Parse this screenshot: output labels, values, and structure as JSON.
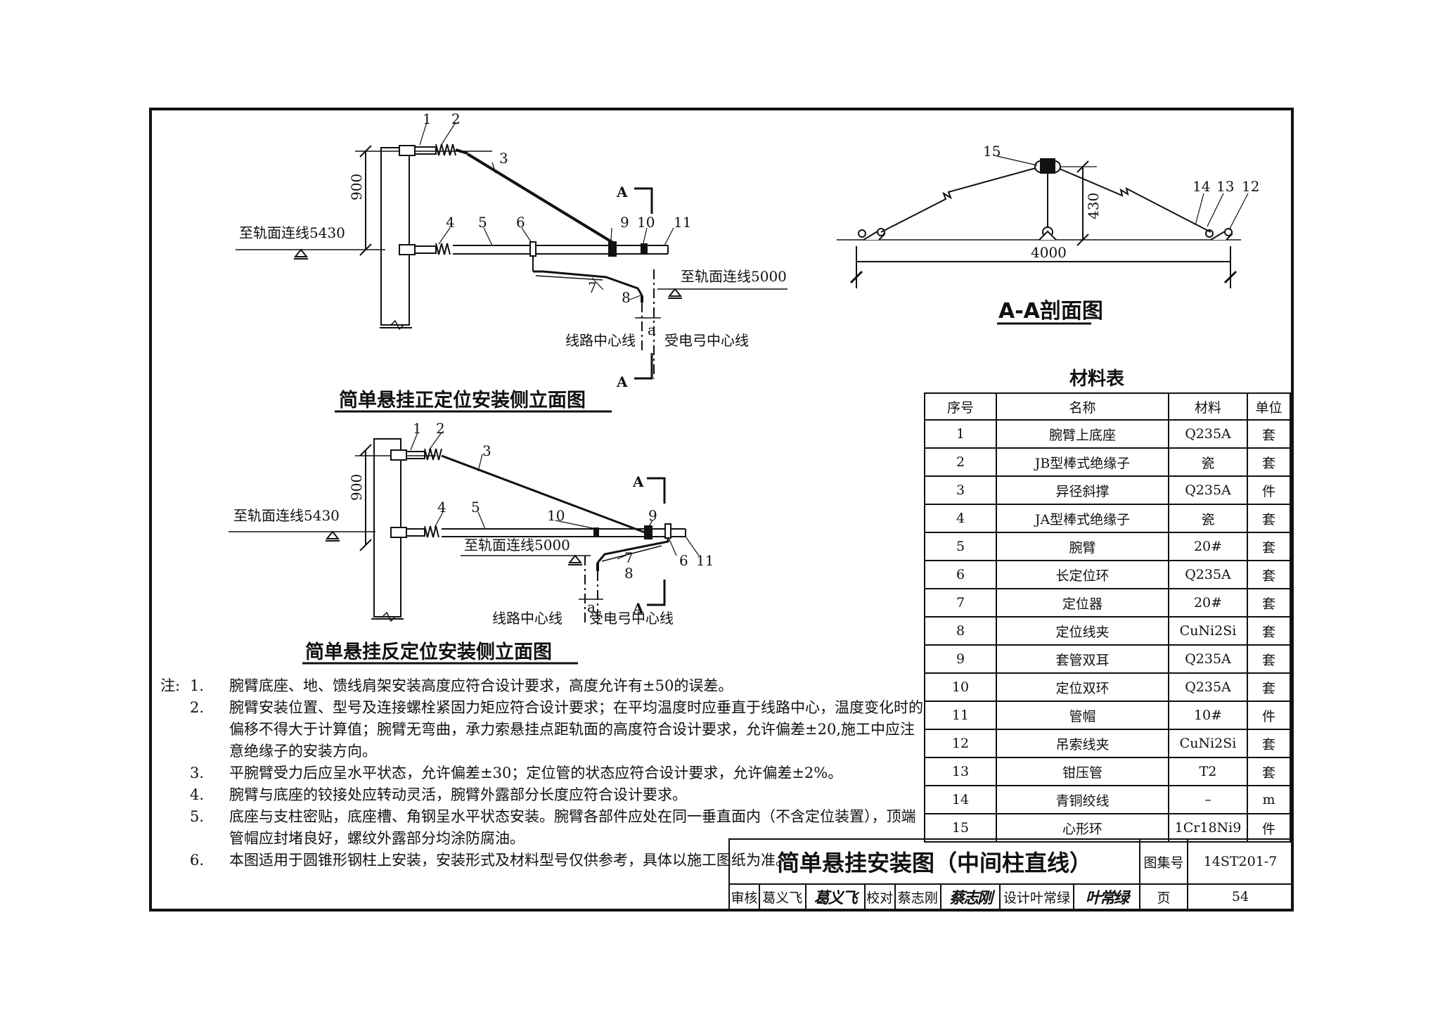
{
  "drawing": {
    "front": {
      "title": "简单悬挂正定位安装侧立面图",
      "dim_900": "900",
      "rail_5430": "至轨面连线5430",
      "rail_5000": "至轨面连线5000",
      "route_center": "线路中心线",
      "pantograph_center": "受电弓中心线",
      "section_mark": "A",
      "a_mark": "a",
      "callouts": [
        "1",
        "2",
        "3",
        "4",
        "5",
        "6",
        "7",
        "8",
        "9",
        "10",
        "11"
      ]
    },
    "reverse": {
      "title": "简单悬挂反定位安装侧立面图",
      "dim_900": "900",
      "rail_5430": "至轨面连线5430",
      "rail_5000": "至轨面连线5000",
      "route_center": "线路中心线",
      "pantograph_center": "受电弓中心线",
      "section_mark": "A",
      "a_mark": "a",
      "callouts": [
        "1",
        "2",
        "3",
        "4",
        "5",
        "10",
        "9",
        "7",
        "8",
        "6",
        "11"
      ]
    },
    "section": {
      "title": "A-A剖面图",
      "dim_430": "430",
      "dim_4000": "4000",
      "callouts": [
        "15",
        "14",
        "13",
        "12"
      ]
    }
  },
  "materials": {
    "title": "材料表",
    "headers": [
      "序号",
      "名称",
      "材料",
      "单位"
    ],
    "rows": [
      [
        "1",
        "腕臂上底座",
        "Q235A",
        "套"
      ],
      [
        "2",
        "JB型棒式绝缘子",
        "瓷",
        "套"
      ],
      [
        "3",
        "异径斜撑",
        "Q235A",
        "件"
      ],
      [
        "4",
        "JA型棒式绝缘子",
        "瓷",
        "套"
      ],
      [
        "5",
        "腕臂",
        "20#",
        "套"
      ],
      [
        "6",
        "长定位环",
        "Q235A",
        "套"
      ],
      [
        "7",
        "定位器",
        "20#",
        "套"
      ],
      [
        "8",
        "定位线夹",
        "CuNi2Si",
        "套"
      ],
      [
        "9",
        "套管双耳",
        "Q235A",
        "套"
      ],
      [
        "10",
        "定位双环",
        "Q235A",
        "套"
      ],
      [
        "11",
        "管帽",
        "10#",
        "件"
      ],
      [
        "12",
        "吊索线夹",
        "CuNi2Si",
        "套"
      ],
      [
        "13",
        "钳压管",
        "T2",
        "套"
      ],
      [
        "14",
        "青铜绞线",
        "–",
        "m"
      ],
      [
        "15",
        "心形环",
        "1Cr18Ni9",
        "件"
      ]
    ]
  },
  "notes": {
    "prefix": "注:",
    "items": [
      {
        "num": "1.",
        "text": "腕臂底座、地、馈线肩架安装高度应符合设计要求，高度允许有±50的误差。"
      },
      {
        "num": "2.",
        "text": "腕臂安装位置、型号及连接螺栓紧固力矩应符合设计要求；在平均温度时应垂直于线路中心，温度变化时的偏移不得大于计算值；腕臂无弯曲，承力索悬挂点距轨面的高度符合设计要求，允许偏差±20,施工中应注意绝缘子的安装方向。"
      },
      {
        "num": "3.",
        "text": "平腕臂受力后应呈水平状态，允许偏差±30；定位管的状态应符合设计要求，允许偏差±2%。"
      },
      {
        "num": "4.",
        "text": "腕臂与底座的铰接处应转动灵活，腕臂外露部分长度应符合设计要求。"
      },
      {
        "num": "5.",
        "text": "底座与支柱密贴，底座槽、角钢呈水平状态安装。腕臂各部件应处在同一垂直面内（不含定位装置），顶端管帽应封堵良好，螺纹外露部分均涂防腐油。"
      },
      {
        "num": "6.",
        "text": "本图适用于圆锥形钢柱上安装，安装形式及材料型号仅供参考，具体以施工图纸为准。"
      }
    ]
  },
  "title_block": {
    "title": "简单悬挂安装图（中间柱直线）",
    "atlas_label": "图集号",
    "atlas_no": "14ST201-7",
    "review_label": "审核",
    "reviewer": "葛义飞",
    "reviewer_sig": "葛义飞",
    "check_label": "校对",
    "checker": "蔡志刚",
    "checker_sig": "蔡志刚",
    "design_label": "设计",
    "designer": "叶常绿",
    "designer_sig": "叶常绿",
    "page_label": "页",
    "page_no": "54"
  }
}
